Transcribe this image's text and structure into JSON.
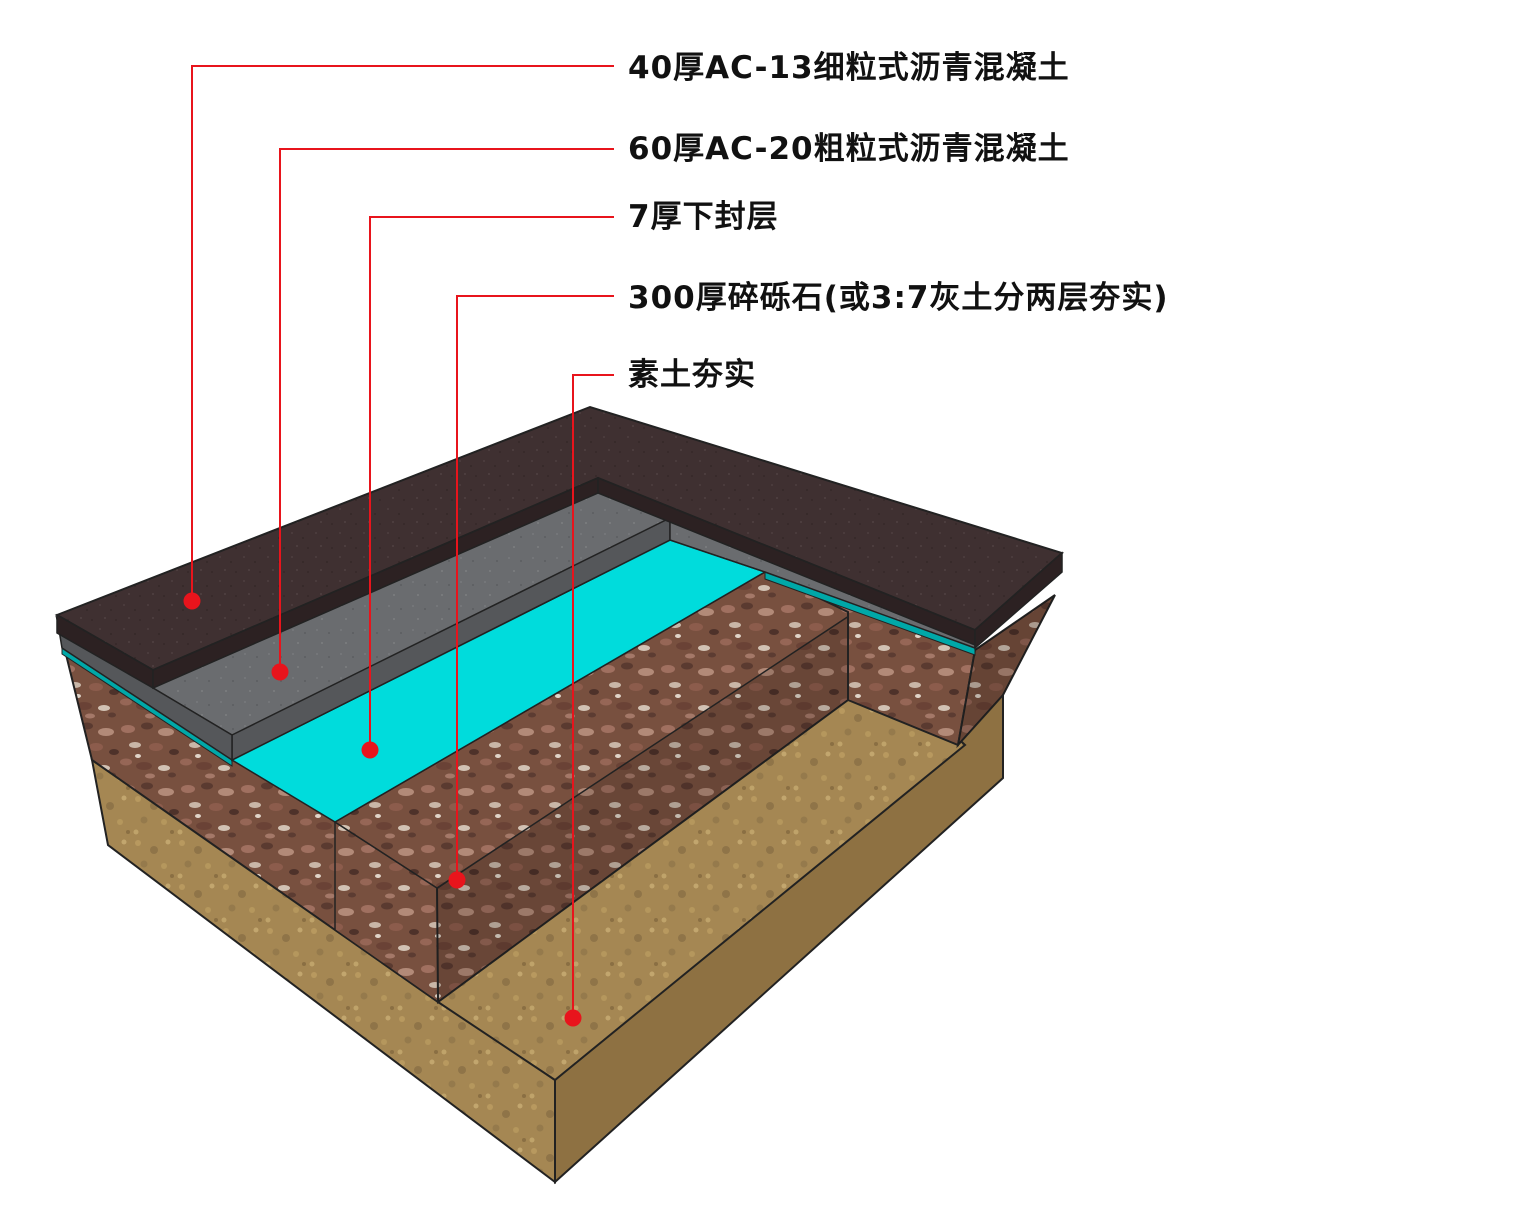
{
  "colors": {
    "leader": "#e8141c",
    "surface_asphalt": "#3f2f30",
    "binder_asphalt": "#6b6d70",
    "seal": "#00dcdc",
    "gravel": "#7a5448",
    "soil": "#a88a55",
    "outline": "#222222",
    "label_text": "#111111"
  },
  "layers": [
    {
      "label": "40厚AC-13细粒式沥青混凝土"
    },
    {
      "label": "60厚AC-20粗粒式沥青混凝土"
    },
    {
      "label": "7厚下封层"
    },
    {
      "label": "300厚碎砾石(或3:7灰土分两层夯实)"
    },
    {
      "label": "素土夯实"
    }
  ]
}
